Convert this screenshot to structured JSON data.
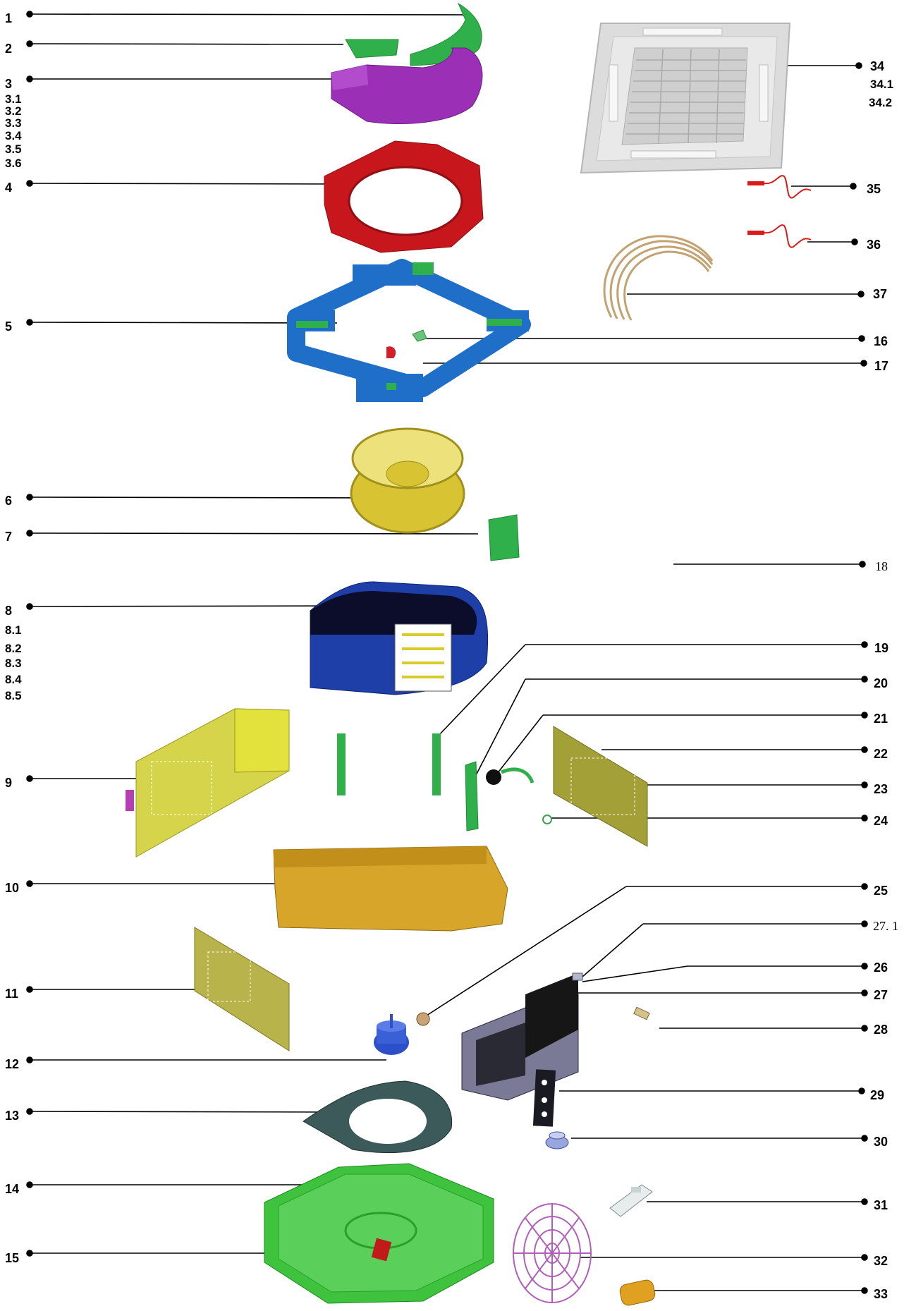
{
  "callouts_left": [
    "1",
    "2",
    "3",
    "4",
    "5",
    "6",
    "7",
    "8",
    "9",
    "10",
    "11",
    "12",
    "13",
    "14",
    "15"
  ],
  "sub_3": [
    "3.1",
    "3.2",
    "3.3",
    "3.4",
    "3.5",
    "3.6"
  ],
  "sub_8": [
    "8.1",
    "8.2",
    "8.3",
    "8.4",
    "8.5"
  ],
  "callouts_right": [
    "34",
    "34.1",
    "34.2",
    "35",
    "36",
    "37",
    "16",
    "17",
    "18",
    "19",
    "20",
    "21",
    "22",
    "23",
    "24",
    "25",
    "27. 1",
    "26",
    "27",
    "28",
    "29",
    "30",
    "31",
    "32",
    "33"
  ],
  "colors": {
    "part_1_2": "#2fb04a",
    "part_3": "#9b2fb5",
    "part_4": "#c8161d",
    "part_5": "#1f6fc8",
    "part_6": "#d8c332",
    "part_8": "#1e3fa8",
    "part_9": "#d6d44a",
    "part_10": "#d7a52a",
    "part_11": "#b8b34a",
    "part_13": "#3d5a5a",
    "part_14": "#3fc33f",
    "part_32": "#b060b8",
    "part_33": "#e0a020"
  }
}
